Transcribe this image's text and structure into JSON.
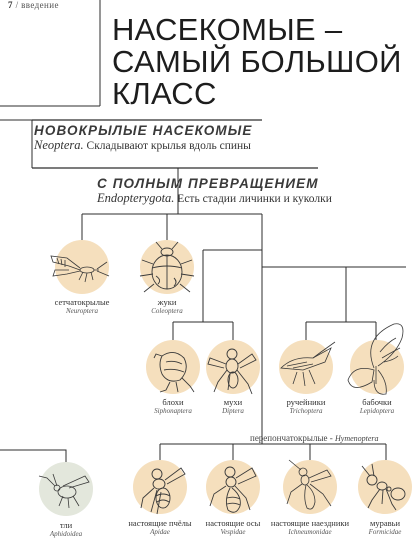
{
  "header": {
    "page_number": "7",
    "separator": "/",
    "section": "введение"
  },
  "title": {
    "line1": "НАСЕКОМЫЕ –",
    "line2": "САМЫЙ БОЛЬШОЙ",
    "line3": "КЛАСС"
  },
  "neoptera": {
    "heading": "НОВОКРЫЛЫЕ НАСЕКОМЫЕ",
    "latin": "Neoptera.",
    "description": "Складывают крылья вдоль спины"
  },
  "endopterygota": {
    "heading": "С ПОЛНЫМ ПРЕВРАЩЕНИЕМ",
    "latin": "Endopterygota.",
    "description": "Есть стадии личинки и куколки"
  },
  "hymenoptera_label": {
    "name": "перепончатокрылые",
    "separator": " - ",
    "latin": "Hymenoptera"
  },
  "groups": [
    {
      "name": "сетчатокрылые",
      "latin": "Neuroptera",
      "icon": "lacewing-icon"
    },
    {
      "name": "жуки",
      "latin": "Coleoptera",
      "icon": "beetle-icon"
    },
    {
      "name": "блохи",
      "latin": "Siphonaptera",
      "icon": "flea-icon"
    },
    {
      "name": "мухи",
      "latin": "Diptera",
      "icon": "fly-icon"
    },
    {
      "name": "ручейники",
      "latin": "Trichoptera",
      "icon": "caddisfly-icon"
    },
    {
      "name": "бабочки",
      "latin": "Lepidoptera",
      "icon": "butterfly-icon"
    },
    {
      "name": "тли",
      "latin": "Aphidoidea",
      "icon": "aphid-icon"
    },
    {
      "name": "настоящие пчёлы",
      "latin": "Apidae",
      "icon": "bee-icon"
    },
    {
      "name": "настоящие осы",
      "latin": "Vespidae",
      "icon": "wasp-icon"
    },
    {
      "name": "настоящие наездники",
      "latin": "Ichneumonidae",
      "icon": "ichneumon-icon"
    },
    {
      "name": "муравьи",
      "latin": "Formicidae",
      "icon": "ant-icon"
    }
  ],
  "colors": {
    "circle": "#f5dfbd",
    "circle_green": "#e3e7dc",
    "line": "#2d2d2d"
  }
}
